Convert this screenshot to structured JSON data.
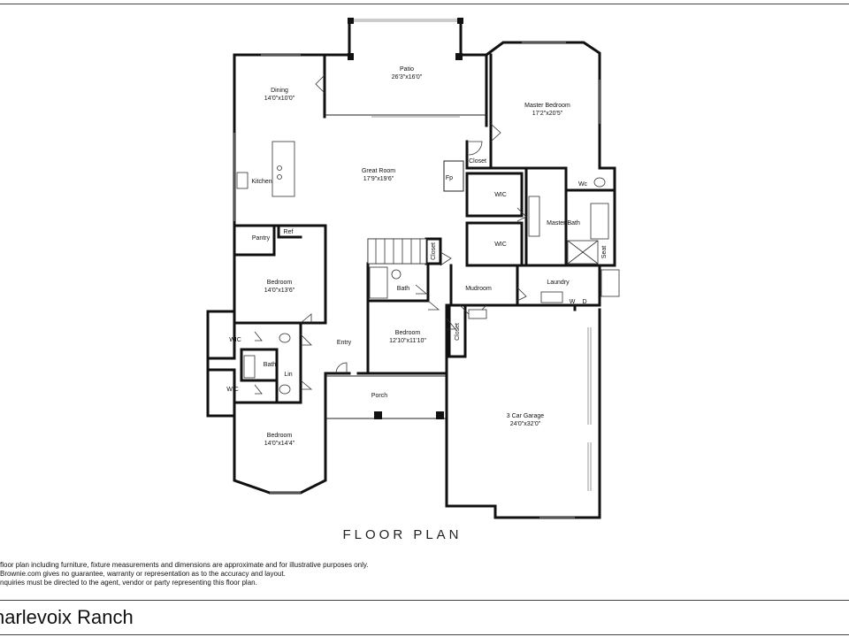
{
  "plan_title": "FLOOR PLAN",
  "disclaimer": [
    " floor plan including furniture, fixture measurements and dimensions are approximate and for illustrative purposes only.",
    "Brownie.com gives no guarantee, warranty or representation as to the accuracy and layout.",
    "nquiries must be directed to the agent, vendor or party representing this floor plan."
  ],
  "listing_title": "harlevoix Ranch",
  "rooms": {
    "patio": {
      "name": "Patio",
      "dims": "26'3\"x16'0\""
    },
    "dining": {
      "name": "Dining",
      "dims": "14'0\"x10'0\""
    },
    "great_room": {
      "name": "Great Room",
      "dims": "17'9\"x19'6\""
    },
    "master_bedroom": {
      "name": "Master Bedroom",
      "dims": "17'2\"x20'5\""
    },
    "kitchen": {
      "name": "Kitchen"
    },
    "closet_top": {
      "name": "Closet"
    },
    "fp": {
      "name": "Fp"
    },
    "wic_master_1": {
      "name": "WIC"
    },
    "wc": {
      "name": "Wc"
    },
    "master_bath": {
      "name": "Master Bath"
    },
    "wic_master_2": {
      "name": "WIC"
    },
    "seat": {
      "name": "Seat"
    },
    "pantry": {
      "name": "Pantry"
    },
    "ref": {
      "name": "Ref"
    },
    "closet_stair": {
      "name": "Closet"
    },
    "bedroom_1": {
      "name": "Bedroom",
      "dims": "14'0\"x13'6\""
    },
    "bath_center": {
      "name": "Bath"
    },
    "mudroom": {
      "name": "Mudroom"
    },
    "laundry": {
      "name": "Laundry"
    },
    "w": {
      "name": "W"
    },
    "d": {
      "name": "D"
    },
    "bedroom_2": {
      "name": "Bedroom",
      "dims": "12'10\"x11'10\""
    },
    "closet_bed2": {
      "name": "Closet"
    },
    "wic_left_1": {
      "name": "WIC"
    },
    "entry": {
      "name": "Entry"
    },
    "bath_left": {
      "name": "Bath"
    },
    "lin": {
      "name": "Lin"
    },
    "wic_left_2": {
      "name": "WIC"
    },
    "porch": {
      "name": "Porch"
    },
    "garage": {
      "name": "3 Car Garage",
      "dims": "24'0\"x32'0\""
    },
    "bedroom_3": {
      "name": "Bedroom",
      "dims": "14'0\"x14'4\""
    }
  }
}
